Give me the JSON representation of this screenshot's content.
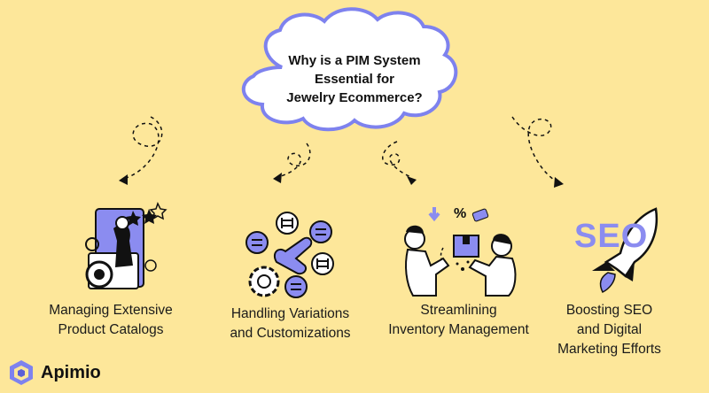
{
  "title_lines": [
    "Why is a PIM System",
    "Essential for",
    "Jewelry Ecommerce?"
  ],
  "items": [
    {
      "lines": [
        "Managing Extensive",
        "Product Catalogs"
      ],
      "icon": "catalog-icon"
    },
    {
      "lines": [
        "Handling Variations",
        "and Customizations"
      ],
      "icon": "variations-icon"
    },
    {
      "lines": [
        "Streamlining",
        "Inventory Management"
      ],
      "icon": "inventory-icon"
    },
    {
      "lines": [
        "Boosting SEO",
        "and Digital",
        "Marketing Efforts"
      ],
      "icon": "seo-rocket-icon"
    }
  ],
  "seo_word": "SEO",
  "brand": {
    "name": "Apimio",
    "icon": "apimio-logo-icon"
  },
  "colors": {
    "background": "#FDE79A",
    "accent": "#8B8CF0",
    "ink": "#111111"
  }
}
